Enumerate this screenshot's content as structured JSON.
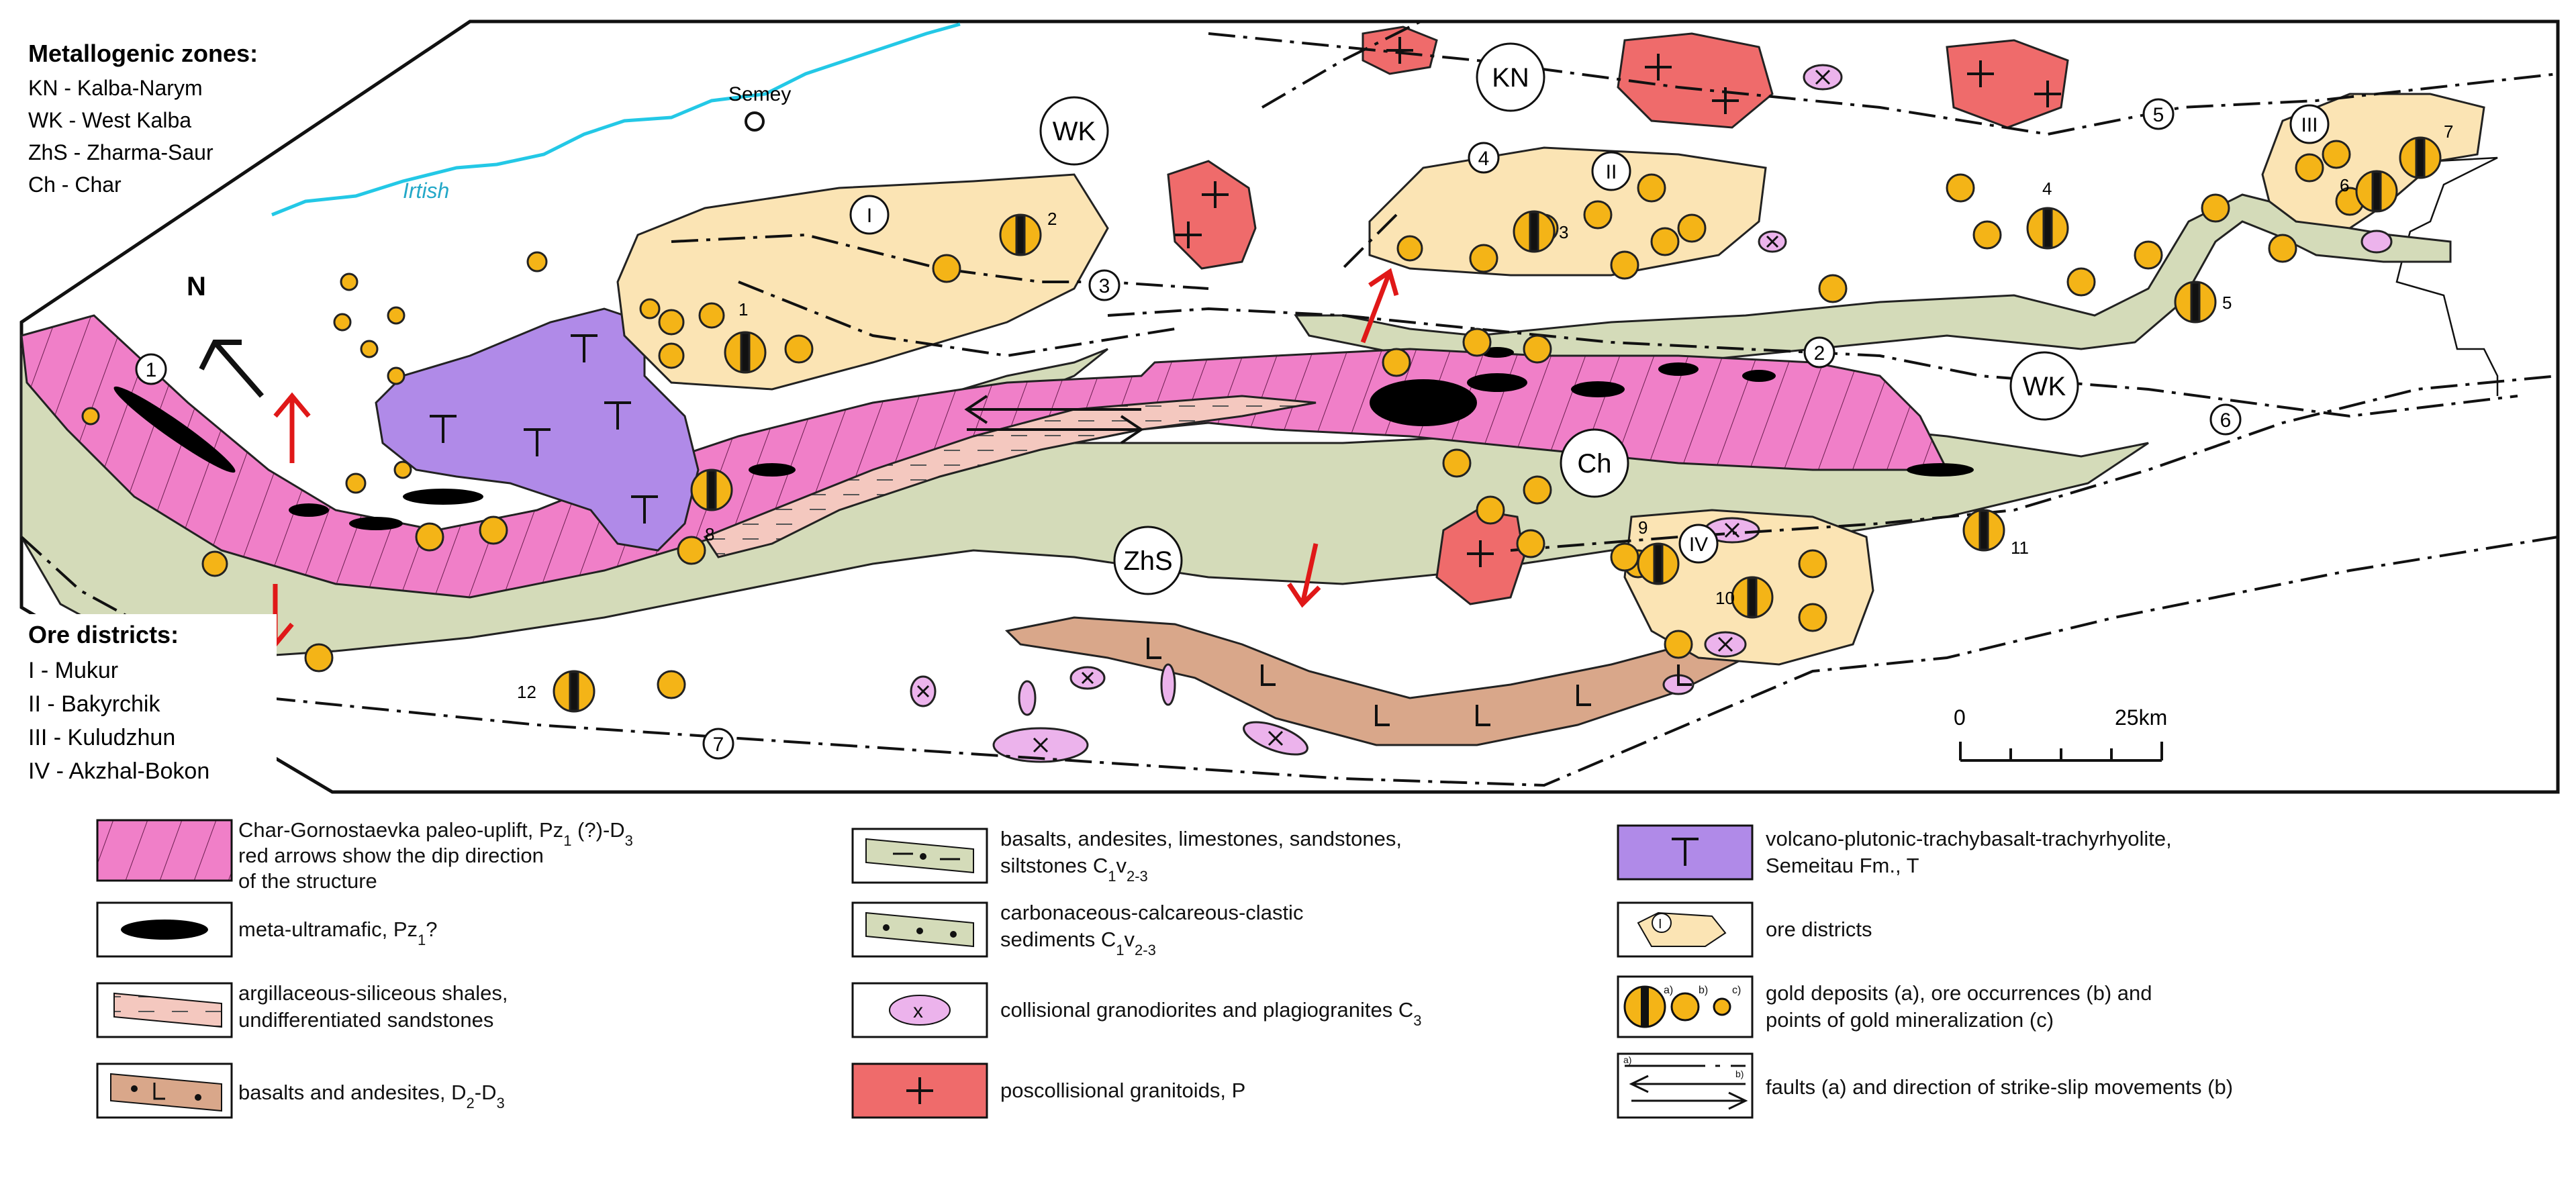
{
  "zones_legend": {
    "title": "Metallogenic zones:",
    "items": [
      "KN - Kalba-Narym",
      "WK - West Kalba",
      "ZhS - Zharma-Saur",
      "Ch - Char"
    ]
  },
  "districts_legend": {
    "title": "Ore districts:",
    "items": [
      "I - Mukur",
      "II - Bakyrchik",
      "III - Kuludzhun",
      "IV - Akzhal-Bokon"
    ]
  },
  "place_labels": {
    "semey": "Semey",
    "irtish": "Irtish"
  },
  "zone_codes": {
    "wk": "WK",
    "kn": "KN",
    "zhs": "ZhS",
    "ch": "Ch",
    "north": "N"
  },
  "district_codes": [
    "I",
    "II",
    "III",
    "IV"
  ],
  "fault_numbers": [
    "1",
    "2",
    "3",
    "4",
    "5",
    "6",
    "7"
  ],
  "deposit_numbers": [
    "1",
    "2",
    "3",
    "4",
    "5",
    "6",
    "7",
    "8",
    "9",
    "10",
    "11",
    "12"
  ],
  "scale": {
    "start": "0",
    "end": "25km"
  },
  "legend": {
    "uplift": {
      "line1": "Char-Gornostaevka paleo-uplift,  Pz",
      "sub1": "1",
      "mid": " (?)-D",
      "sub2": "3",
      "line2": "red arrows show the dip direction",
      "line3": "of the structure"
    },
    "ultramafic": {
      "text": "meta-ultramafic, Pz",
      "sub": "1",
      "tail": "?"
    },
    "shales": {
      "line1": "argillaceous-siliceous shales,",
      "line2": "undifferentiated sandstones"
    },
    "basalts_d": {
      "text": "basalts and andesites,  D",
      "sub1": "2",
      "mid": "-D",
      "sub2": "3"
    },
    "basalts_c": {
      "line1": "basalts, andesites, limestones, sandstones,",
      "line2": "siltstones C",
      "sub1": "1",
      "mid": "v",
      "sub2": "2-3"
    },
    "carbonaceous": {
      "line1": "carbonaceous-calcareous-clastic",
      "line2": "sediments C",
      "sub1": "1",
      "mid": "v",
      "sub2": "2-3"
    },
    "collisional": {
      "text": "collisional granodiorites and plagiogranites C",
      "sub": "3"
    },
    "poscollisional": {
      "text": "poscollisional granitoids, P"
    },
    "volcano": {
      "line1": "volcano-plutonic-trachybasalt-trachyrhyolite,",
      "line2": "Semeitau Fm., T"
    },
    "ore_districts": {
      "text": "ore districts",
      "symbol": "I"
    },
    "gold": {
      "line1": "gold deposits (a),  ore occurrences (b) and",
      "line2": "points of gold mineralization (c)",
      "a": "a)",
      "b": "b)",
      "c": "c)"
    },
    "faults": {
      "text": "faults (a) and direction of strike-slip movements (b)",
      "a": "a)",
      "b": "b)"
    },
    "symbols": {
      "volcano": "T",
      "collisional": "x",
      "poscollisional": "+",
      "basalts": "L"
    }
  },
  "colors": {
    "uplift": "#f07fc8",
    "basalt_c": "#d4dbb9",
    "ore_district": "#fbe4b4",
    "volcano": "#b08ae8",
    "granite_p": "#ef6b6b",
    "granodiorite": "#ecb3ec",
    "shale": "#f4c8bf",
    "basalt_d": "#d9a78a",
    "gold": "#f4b417",
    "river": "#23c8e6",
    "arrow_red": "#e01818"
  }
}
